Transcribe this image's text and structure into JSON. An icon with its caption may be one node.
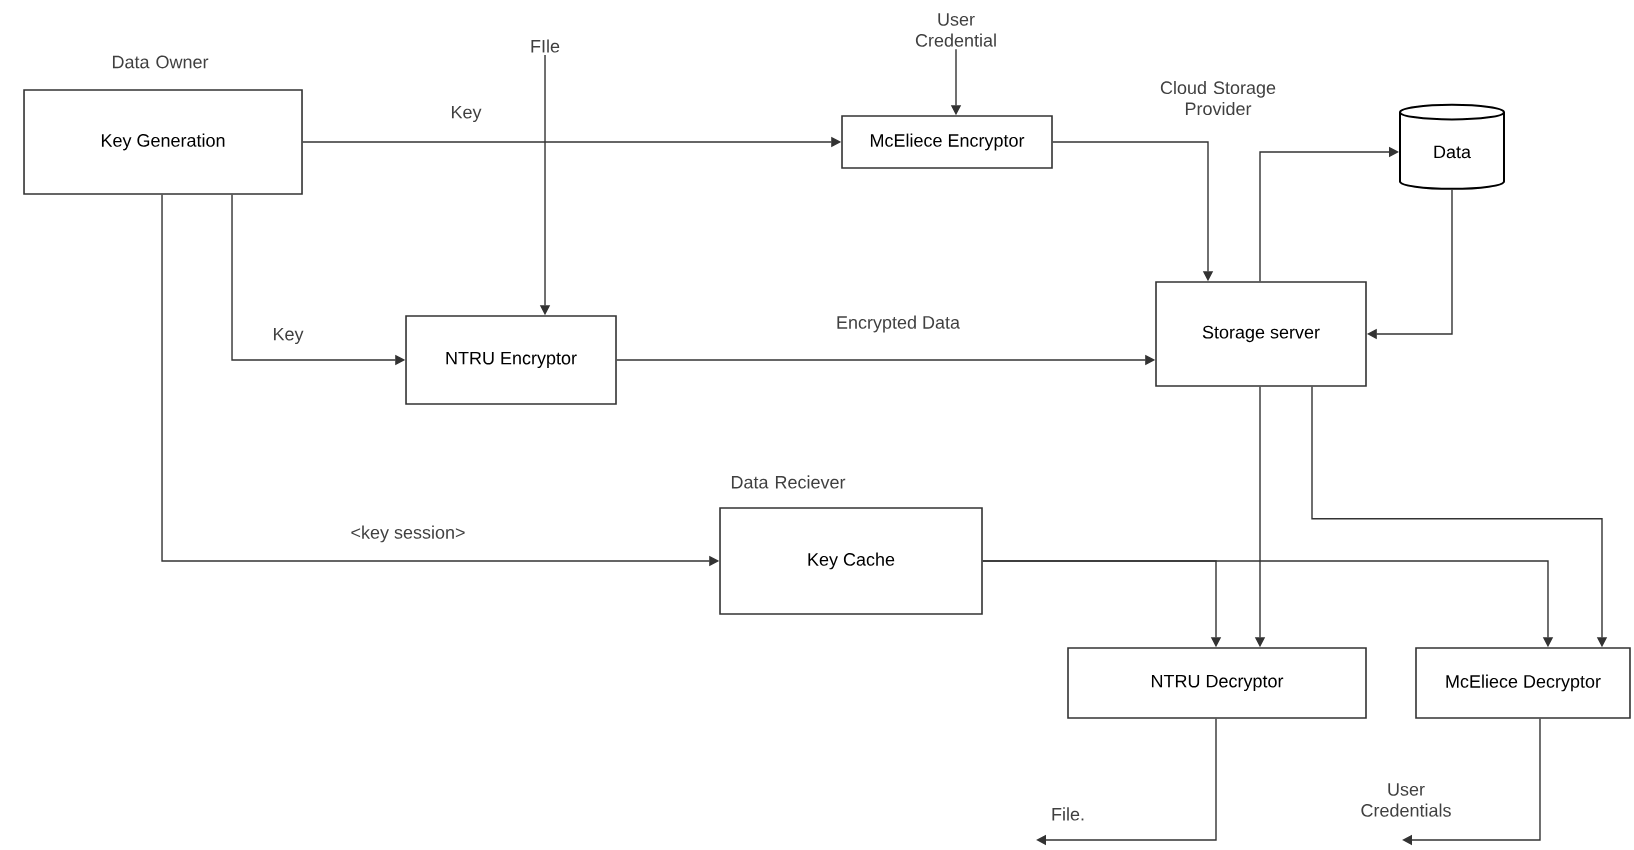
{
  "diagram": {
    "nodes": [
      {
        "text": [
          "Data Owner",
          "Key Generation"
        ]
      },
      {
        "text": [
          "FIle"
        ]
      },
      {
        "text": [
          "User Credential"
        ]
      },
      {
        "text": [
          "McEliece Encryptor"
        ]
      },
      {
        "text": [
          "NTRU Encryptor"
        ]
      },
      {
        "text": [
          "Storage server"
        ]
      },
      {
        "text": [
          "Data"
        ]
      },
      {
        "text": [
          "Data Reciever",
          "Key Cache"
        ]
      },
      {
        "text": [
          "NTRU Decryptor"
        ]
      },
      {
        "text": [
          "McEliece Decryptor"
        ]
      }
    ],
    "edges": [
      {
        "from": 0,
        "to": 3,
        "arrow": "to",
        "label": "Key"
      },
      {
        "from": 0,
        "to": 4,
        "arrow": "to",
        "label": "Key"
      },
      {
        "from": 1,
        "to": 4,
        "arrow": "to"
      },
      {
        "from": 2,
        "to": 3,
        "arrow": "to"
      },
      {
        "from": 3,
        "to": 5,
        "arrow": "to"
      },
      {
        "from": 4,
        "to": 5,
        "arrow": "to",
        "label": "Encrypted Data"
      },
      {
        "from": 5,
        "to": 6,
        "arrow": "to"
      },
      {
        "from": 6,
        "to": 5,
        "arrow": "to"
      },
      {
        "from": 0,
        "to": 7,
        "arrow": "to",
        "label": "<key session>"
      },
      {
        "from": 7,
        "to": 8,
        "arrow": "to"
      },
      {
        "from": 7,
        "to": 9,
        "arrow": "to"
      },
      {
        "from": 5,
        "to": 8,
        "arrow": "to"
      },
      {
        "from": 5,
        "to": 9,
        "arrow": "to"
      },
      {
        "from": 8,
        "to": null,
        "arrow": "to",
        "label": "File."
      },
      {
        "from": 9,
        "to": null,
        "arrow": "to",
        "label": "User Credentials"
      }
    ],
    "labels": [
      "Cloud Storage Provider"
    ]
  }
}
